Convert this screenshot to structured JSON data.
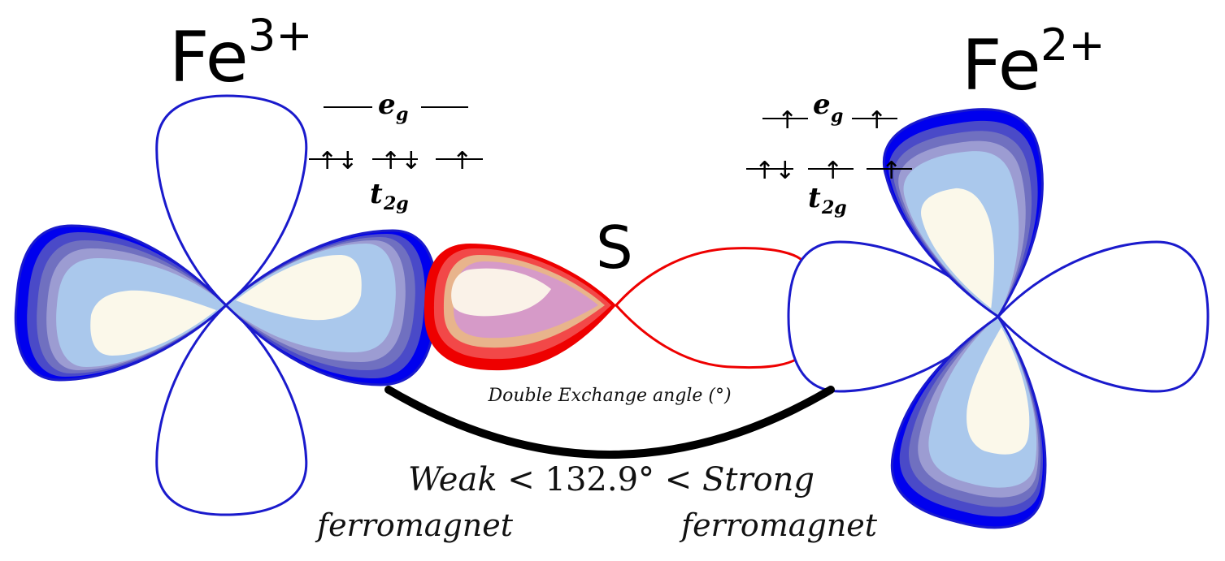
{
  "left_ion": {
    "symbol": "Fe",
    "charge": "3+"
  },
  "right_ion": {
    "symbol": "Fe",
    "charge": "2+"
  },
  "bridge_atom": "S",
  "left_levels": {
    "eg": {
      "main": "e",
      "sub": "g"
    },
    "t2g": {
      "main": "t",
      "sub": "2g"
    },
    "eg_spins": [
      "",
      ""
    ],
    "t2g_spins": [
      "↑↓",
      "↑↓",
      "↑"
    ]
  },
  "right_levels": {
    "eg": {
      "main": "e",
      "sub": "g"
    },
    "t2g": {
      "main": "t",
      "sub": "2g"
    },
    "eg_spins": [
      "↑",
      "↑"
    ],
    "t2g_spins": [
      "↑↓",
      "↑",
      "↑"
    ]
  },
  "angle_caption": "Double Exchange angle (°)",
  "range": {
    "weak": "Weak",
    "lt1": "<",
    "value": "132.9°",
    "lt2": "<",
    "strong": "Strong"
  },
  "weak_label": "ferromagnet",
  "strong_label": "ferromagnet",
  "colors": {
    "orbital_outline": "#1a1acc",
    "orbital_dark": "#0000ee",
    "orbital_mid1": "#4a4ac8",
    "orbital_mid2": "#7070c0",
    "orbital_mid3": "#9c9cd2",
    "orbital_light": "#aac8ec",
    "orbital_core": "#fbf8ea",
    "sulfur_red": "#ee0000",
    "sulfur_mid": "#e86a78",
    "sulfur_light": "#d69ac8",
    "sulfur_core": "#faf2e8",
    "arc": "#000000"
  }
}
